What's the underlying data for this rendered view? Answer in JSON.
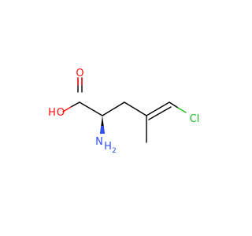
{
  "molecule": {
    "atoms": {
      "carbonyl_oxygen": "O",
      "hydroxyl": "HO",
      "hydroxyl_o": "O",
      "hydroxyl_h": "H",
      "amine": "NH2",
      "amine_h": "H",
      "amine_n": "N",
      "amine_sub": "2",
      "chlorine": "Cl"
    }
  },
  "colors": {
    "oxygen": "#ff0d0d",
    "nitrogen": "#3050f8",
    "chlorine": "#1fbf1f",
    "bond": "#000000",
    "background": "#ffffff"
  }
}
